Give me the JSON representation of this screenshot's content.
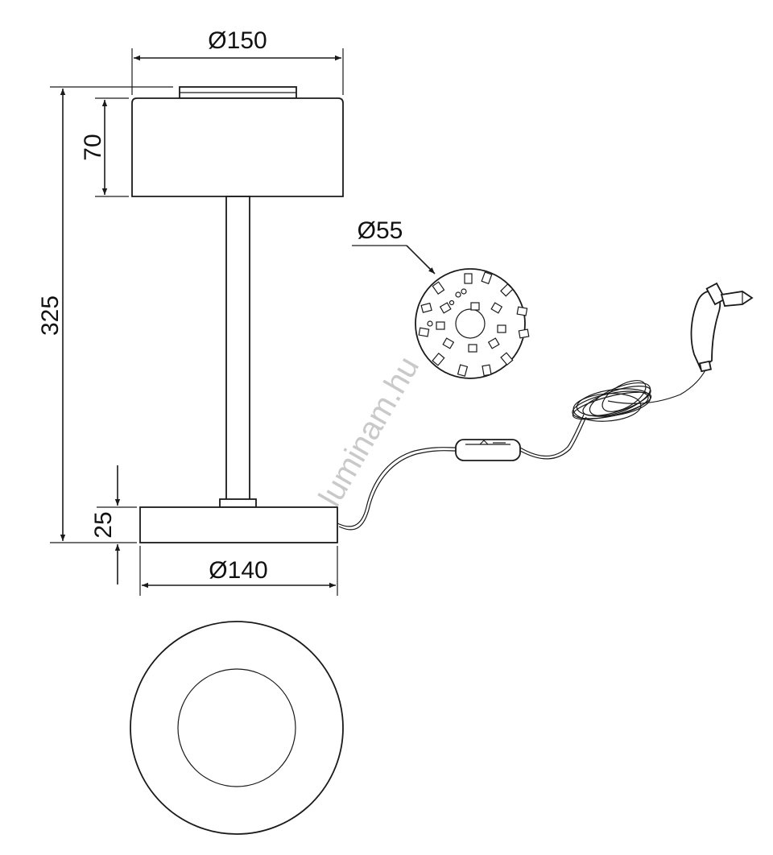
{
  "dimensions": {
    "shade_diameter": "Ø150",
    "shade_height": "70",
    "total_height": "325",
    "base_height": "25",
    "base_diameter": "Ø140",
    "led_diameter": "Ø55"
  },
  "watermark": "luminam.hu"
}
